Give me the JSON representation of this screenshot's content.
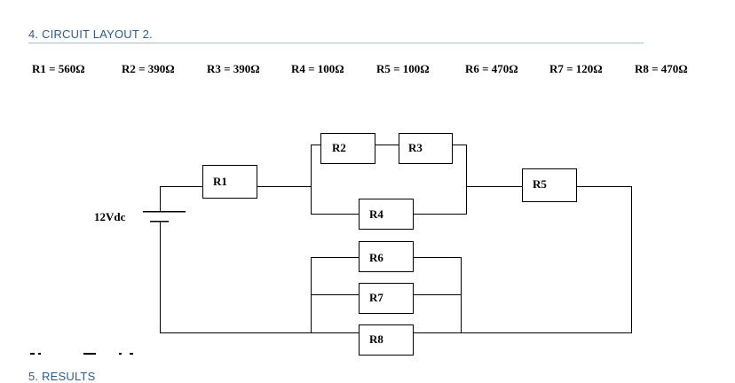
{
  "headings": {
    "circuit_layout": "4. CIRCUIT LAYOUT 2.",
    "results": "5. RESULTS"
  },
  "resistor_values": [
    "R1 = 560Ω",
    "R2 = 390Ω",
    "R3 = 390Ω",
    "R4 = 100Ω",
    "R5 = 100Ω",
    "R6 = 470Ω",
    "R7 = 120Ω",
    "R8 = 470Ω"
  ],
  "circuit": {
    "source_label": "12Vdc",
    "resistors": [
      "R1",
      "R2",
      "R3",
      "R4",
      "R5",
      "R6",
      "R7",
      "R8"
    ]
  },
  "colors": {
    "heading": "#2e5c8a",
    "rule": "#a9bfd6",
    "wire": "#000000"
  }
}
